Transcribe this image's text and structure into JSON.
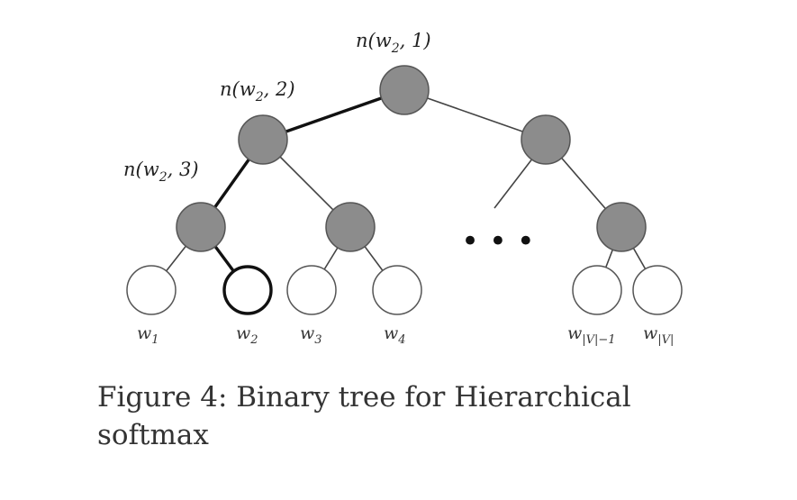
{
  "diagram": {
    "internal_node_labels": {
      "root": {
        "base": "n(w",
        "sub": "2",
        "tail": ", 1)"
      },
      "level2": {
        "base": "n(w",
        "sub": "2",
        "tail": ", 2)"
      },
      "level3": {
        "base": "n(w",
        "sub": "2",
        "tail": ", 3)"
      }
    },
    "leaves": [
      {
        "base": "w",
        "sub": "1"
      },
      {
        "base": "w",
        "sub": "2"
      },
      {
        "base": "w",
        "sub": "3"
      },
      {
        "base": "w",
        "sub": "4"
      },
      {
        "base": "w",
        "sub": "|V|−1"
      },
      {
        "base": "w",
        "sub": "|V|"
      }
    ],
    "ellipsis": "• • •",
    "colors": {
      "internal_fill": "#8c8c8c",
      "leaf_fill": "#ffffff",
      "edge": "#444444",
      "highlight_edge": "#111111"
    }
  },
  "caption": "Figure 4: Binary tree for Hierarchical softmax"
}
